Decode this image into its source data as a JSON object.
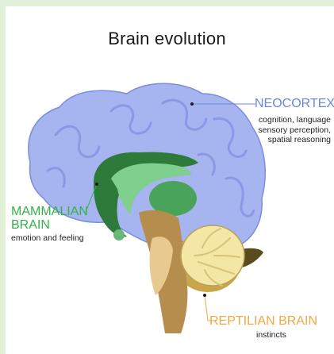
{
  "title": "Brain evolution",
  "labels": {
    "neocortex": {
      "heading": "NEOCORTEX",
      "lines": [
        "cognition, language",
        "sensory perception,",
        "spatial reasoning"
      ]
    },
    "mammalian": {
      "heading_lines": [
        "MAMMALIAN",
        "BRAIN"
      ],
      "line": "emotion and feeling"
    },
    "reptilian": {
      "heading": "REPTILIAN BRAIN",
      "line": "instincts"
    }
  },
  "colors": {
    "neocortex": "#6b88d8",
    "mammalian": "#34b24a",
    "reptilian": "#f0a842"
  }
}
